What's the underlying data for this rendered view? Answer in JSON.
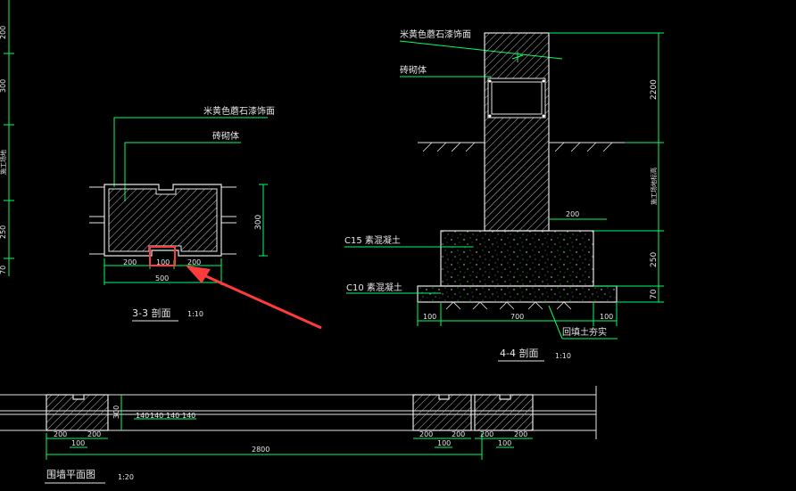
{
  "colors": {
    "background": "#000000",
    "line_white": "#e6e6e6",
    "dim_green": "#00ff66",
    "hatch": "#cfcfcf",
    "highlight_red": "#ff3b3b"
  },
  "section_3_3": {
    "leader_stone": "米黄色蘑石漆饰面",
    "leader_brick": "砖砌体",
    "dim_right": "300",
    "dim_left_seg": "200",
    "dim_mid_seg": "100",
    "dim_right_seg": "200",
    "dim_total": "500",
    "title": "3-3 剖面",
    "scale": "1:10"
  },
  "section_4_4": {
    "leader_stone": "米黄色蘑石漆饰面",
    "leader_brick": "砖砌体",
    "label_c15": "C15 素混凝土",
    "label_c10": "C10 素混凝土",
    "label_backfill": "回填土夯实",
    "dim_top": "2200",
    "dim_side_note": "施工场地标高",
    "dim_footing": "250",
    "dim_bed": "70",
    "dim_200": "200",
    "dim_left": "100",
    "dim_mid": "700",
    "dim_right": "100",
    "title": "4-4 剖面",
    "scale": "1:10"
  },
  "plan": {
    "dim_height": "300",
    "rail_dims": [
      "140",
      "140",
      "140",
      "140"
    ],
    "left_pier_dims": [
      "200",
      "200"
    ],
    "left_pier_mid": "100",
    "span": "2800",
    "right_pier1_dims": [
      "200",
      "200"
    ],
    "right_pier1_mid": "100",
    "right_pier2_dims": [
      "200",
      "200"
    ],
    "right_pier2_mid": "100",
    "title": "围墙平面图",
    "scale": "1:20"
  },
  "left_edge_dims": [
    "200",
    "300",
    "250",
    "70"
  ],
  "left_edge_note": "施工场地"
}
